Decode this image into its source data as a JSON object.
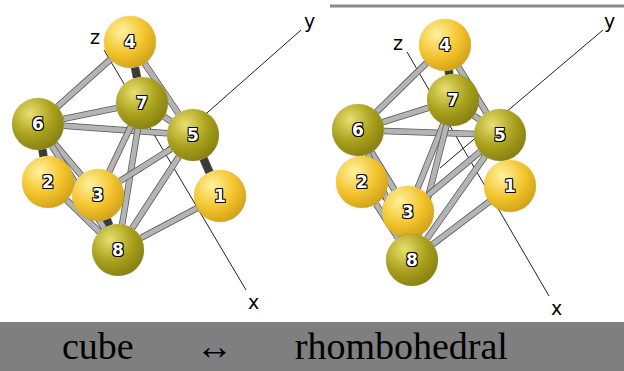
{
  "diagram": {
    "caption": "cube ↔ rhombohedral",
    "nodes": [
      {
        "text": [
          "4"
        ]
      },
      {
        "text": [
          "7"
        ]
      },
      {
        "text": [
          "6"
        ]
      },
      {
        "text": [
          "5"
        ]
      },
      {
        "text": [
          "2"
        ]
      },
      {
        "text": [
          "3"
        ]
      },
      {
        "text": [
          "1"
        ]
      },
      {
        "text": [
          "8"
        ]
      },
      {
        "text": [
          "4"
        ]
      },
      {
        "text": [
          "7"
        ]
      },
      {
        "text": [
          "6"
        ]
      },
      {
        "text": [
          "5"
        ]
      },
      {
        "text": [
          "2"
        ]
      },
      {
        "text": [
          "3"
        ]
      },
      {
        "text": [
          "1"
        ]
      },
      {
        "text": [
          "8"
        ]
      }
    ],
    "edges": [
      {
        "from": 0,
        "to": 1,
        "arrow": "none"
      },
      {
        "from": 0,
        "to": 3,
        "arrow": "none"
      },
      {
        "from": 0,
        "to": 2,
        "arrow": "none"
      },
      {
        "from": 2,
        "to": 1,
        "arrow": "none"
      },
      {
        "from": 2,
        "to": 3,
        "arrow": "none"
      },
      {
        "from": 2,
        "to": 4,
        "arrow": "none"
      },
      {
        "from": 2,
        "to": 5,
        "arrow": "none"
      },
      {
        "from": 1,
        "to": 3,
        "arrow": "none"
      },
      {
        "from": 1,
        "to": 5,
        "arrow": "none"
      },
      {
        "from": 1,
        "to": 7,
        "arrow": "none"
      },
      {
        "from": 3,
        "to": 6,
        "arrow": "none"
      },
      {
        "from": 3,
        "to": 5,
        "arrow": "none"
      },
      {
        "from": 3,
        "to": 7,
        "arrow": "none"
      },
      {
        "from": 5,
        "to": 7,
        "arrow": "none"
      },
      {
        "from": 4,
        "to": 5,
        "arrow": "none"
      },
      {
        "from": 4,
        "to": 7,
        "arrow": "none"
      },
      {
        "from": 6,
        "to": 7,
        "arrow": "none"
      },
      {
        "from": 2,
        "to": 7,
        "arrow": "none"
      },
      {
        "from": 8,
        "to": 9,
        "arrow": "none"
      },
      {
        "from": 8,
        "to": 11,
        "arrow": "none"
      },
      {
        "from": 8,
        "to": 10,
        "arrow": "none"
      },
      {
        "from": 10,
        "to": 9,
        "arrow": "none"
      },
      {
        "from": 10,
        "to": 11,
        "arrow": "none"
      },
      {
        "from": 10,
        "to": 12,
        "arrow": "none"
      },
      {
        "from": 10,
        "to": 13,
        "arrow": "none"
      },
      {
        "from": 9,
        "to": 11,
        "arrow": "none"
      },
      {
        "from": 9,
        "to": 13,
        "arrow": "none"
      },
      {
        "from": 9,
        "to": 15,
        "arrow": "none"
      },
      {
        "from": 11,
        "to": 14,
        "arrow": "none"
      },
      {
        "from": 11,
        "to": 13,
        "arrow": "none"
      },
      {
        "from": 11,
        "to": 15,
        "arrow": "none"
      },
      {
        "from": 13,
        "to": 15,
        "arrow": "none"
      },
      {
        "from": 12,
        "to": 13,
        "arrow": "none"
      },
      {
        "from": 12,
        "to": 15,
        "arrow": "none"
      },
      {
        "from": 14,
        "to": 15,
        "arrow": "none"
      },
      {
        "from": 10,
        "to": 15,
        "arrow": "none"
      }
    ],
    "labels": [
      "z",
      "y",
      "x",
      "z",
      "y",
      "x"
    ]
  }
}
